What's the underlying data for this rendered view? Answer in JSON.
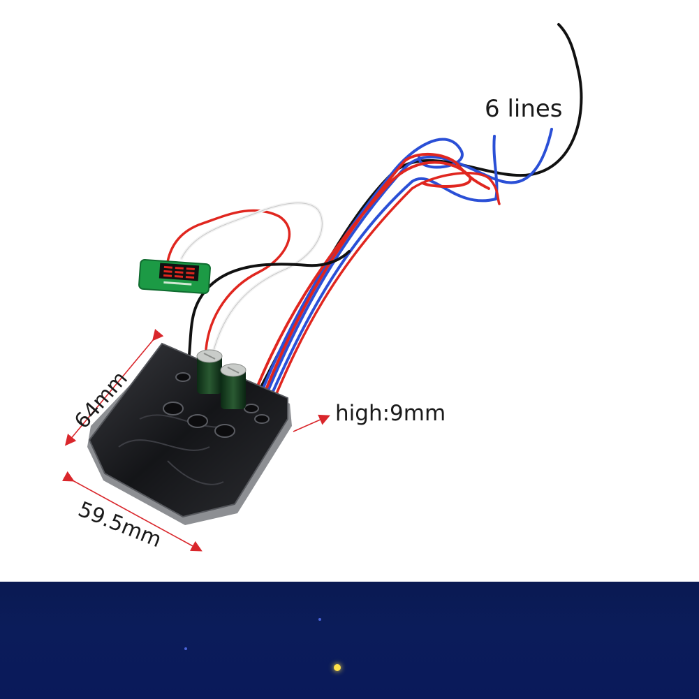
{
  "annotations": {
    "lines_label": "6 lines",
    "height_label": "high:9mm",
    "width_label": "64mm",
    "length_label": "59.5mm"
  },
  "colors": {
    "accent_arrow": "#d9262b",
    "bottom_band": "#0b1c5a",
    "pcb_green": "#1c9a45",
    "housing": "#2a2b2f"
  }
}
